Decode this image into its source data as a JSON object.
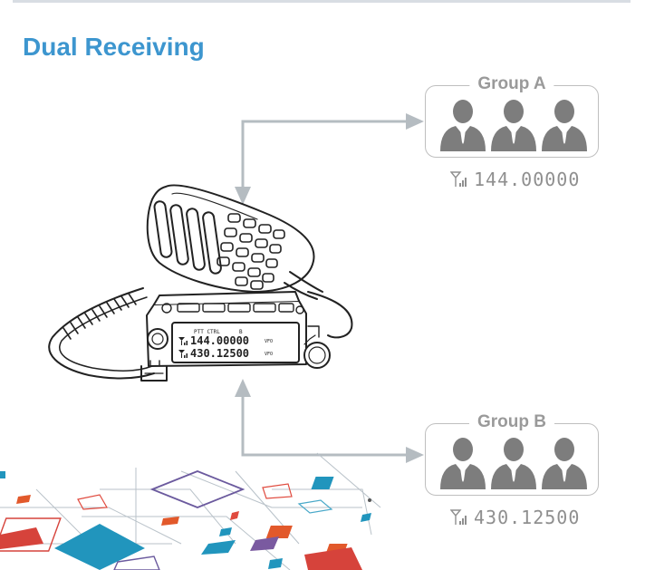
{
  "title": "Dual Receiving",
  "groups": [
    {
      "label": "Group A",
      "frequency": "144.00000"
    },
    {
      "label": "Group B",
      "frequency": "430.12500"
    }
  ],
  "radio": {
    "display_line1": "144.00000",
    "display_line2": "430.12500",
    "indicators": "PTT CTRL",
    "mode_label": "VFO",
    "band_mark": "B"
  },
  "icons": [
    "person-icon",
    "signal-icon",
    "arrow-icon",
    "radio-device-icon",
    "microphone-icon"
  ],
  "colors": {
    "title": "#3d96cf",
    "arrow": "#b5bcc1",
    "box_border": "#bfbfbf",
    "person": "#7d7d7d",
    "text_gray": "#9a9a9a"
  }
}
